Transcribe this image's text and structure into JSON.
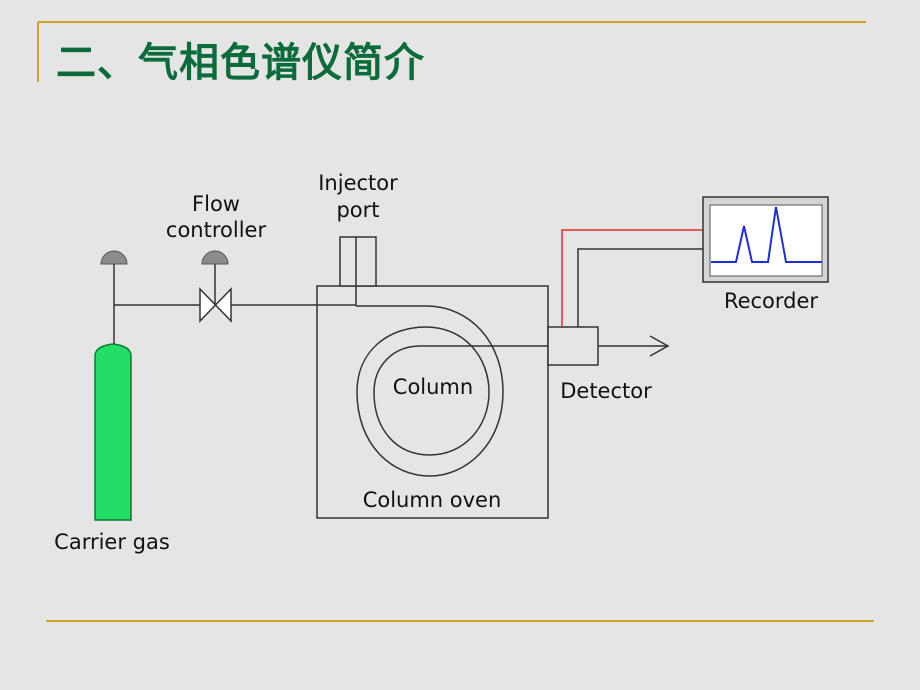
{
  "slide": {
    "title": "二、气相色谱仪简介"
  },
  "diagram": {
    "labels": {
      "flow_controller_line1": "Flow",
      "flow_controller_line2": "controller",
      "injector_line1": "Injector",
      "injector_line2": "port",
      "recorder": "Recorder",
      "column": "Column",
      "detector": "Detector",
      "column_oven": "Column oven",
      "carrier_gas": "Carrier gas"
    }
  },
  "colors": {
    "title": "#0b6b3a",
    "accent_line": "#c9a227",
    "cylinder": "#22dd66",
    "signal_wire": "#e03030",
    "recorder_trace": "#1f2fd6",
    "background": "#e5e5e5"
  }
}
